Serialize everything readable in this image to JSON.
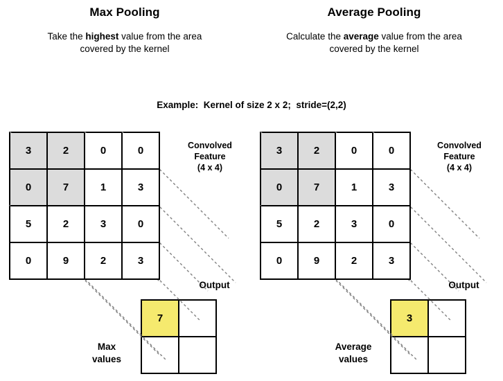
{
  "panels": [
    {
      "id": "max",
      "title": "Max Pooling",
      "desc_pre": "Take the ",
      "desc_bold": "highest",
      "desc_post": " value from the area covered by the kernel",
      "feature_label_line1": "Convolved",
      "feature_label_line2": "Feature",
      "feature_label_line3": "(4 x 4)",
      "output_label": "Output",
      "values_label_line1": "Max",
      "values_label_line2": "values",
      "matrix": [
        [
          3,
          2,
          0,
          0
        ],
        [
          0,
          7,
          1,
          3
        ],
        [
          5,
          2,
          3,
          0
        ],
        [
          0,
          9,
          2,
          3
        ]
      ],
      "shaded_cells": [
        [
          0,
          0
        ],
        [
          0,
          1
        ],
        [
          1,
          0
        ],
        [
          1,
          1
        ]
      ],
      "output": [
        [
          "7",
          ""
        ],
        [
          "",
          ""
        ]
      ],
      "output_highlight": [
        0,
        0
      ]
    },
    {
      "id": "average",
      "title": "Average Pooling",
      "desc_pre": "Calculate the ",
      "desc_bold": "average",
      "desc_post": " value from the area covered by the kernel",
      "feature_label_line1": "Convolved",
      "feature_label_line2": "Feature",
      "feature_label_line3": "(4 x 4)",
      "output_label": "Output",
      "values_label_line1": "Average",
      "values_label_line2": "values",
      "matrix": [
        [
          3,
          2,
          0,
          0
        ],
        [
          0,
          7,
          1,
          3
        ],
        [
          5,
          2,
          3,
          0
        ],
        [
          0,
          9,
          2,
          3
        ]
      ],
      "shaded_cells": [
        [
          0,
          0
        ],
        [
          0,
          1
        ],
        [
          1,
          0
        ],
        [
          1,
          1
        ]
      ],
      "output": [
        [
          "3",
          ""
        ],
        [
          "",
          ""
        ]
      ],
      "output_highlight": [
        0,
        0
      ]
    }
  ],
  "example": {
    "text": "Example:  Kernel of size 2 x 2;  stride=(2,2)",
    "kernel_size": "2 x 2",
    "stride": "(2,2)"
  },
  "colors": {
    "highlight_yellow": "#f5ea6e",
    "shaded_gray": "#dcdcdc",
    "line_black": "#000000",
    "dashed_gray": "#808080",
    "background": "#ffffff"
  }
}
